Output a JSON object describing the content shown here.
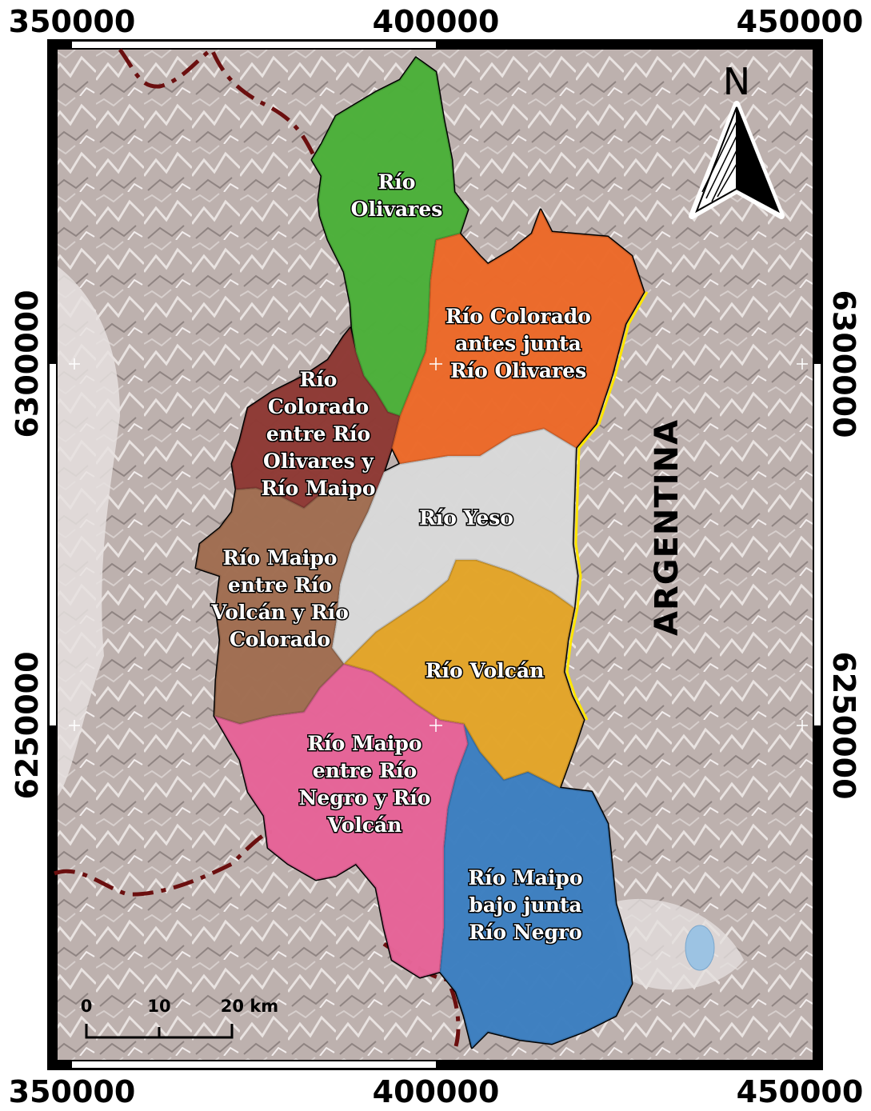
{
  "map": {
    "country_label": "ARGENTINA",
    "north_label": "N",
    "x_ticks": [
      "350000",
      "400000",
      "450000"
    ],
    "y_ticks": [
      "6300000",
      "6250000"
    ],
    "scale_bar": {
      "ticks": [
        "0",
        "10",
        "20 km"
      ]
    },
    "colors": {
      "background_relief": "#bfb3b0",
      "border_line": "#6b0f0f",
      "outline": "#000000",
      "edge_highlight": "#ffe600",
      "lake": "#9cc3e3"
    },
    "basins": [
      {
        "id": "olivares",
        "lines": [
          "Río",
          "Olivares"
        ],
        "color": "#4caf3a"
      },
      {
        "id": "colorado-antes",
        "lines": [
          "Río Colorado",
          "antes junta",
          "Río Olivares"
        ],
        "color": "#ec6a2a"
      },
      {
        "id": "colorado-entre",
        "lines": [
          "Río",
          "Colorado",
          "entre Río",
          "Olivares y",
          "Río Maipo"
        ],
        "color": "#8e3a36"
      },
      {
        "id": "yeso",
        "lines": [
          "Río Yeso"
        ],
        "color": "#d8d8d8"
      },
      {
        "id": "maipo-volcan-colorado",
        "lines": [
          "Río Maipo",
          "entre Río",
          "Volcán y Río",
          "Colorado"
        ],
        "color": "#a06e52"
      },
      {
        "id": "volcan",
        "lines": [
          "Río Volcán"
        ],
        "color": "#e2a52a"
      },
      {
        "id": "maipo-negro-volcan",
        "lines": [
          "Río Maipo",
          "entre Río",
          "Negro y Río",
          "Volcán"
        ],
        "color": "#e56497"
      },
      {
        "id": "maipo-bajo",
        "lines": [
          "Río Maipo",
          "bajo junta",
          "Río Negro"
        ],
        "color": "#3e7fc0"
      }
    ]
  }
}
